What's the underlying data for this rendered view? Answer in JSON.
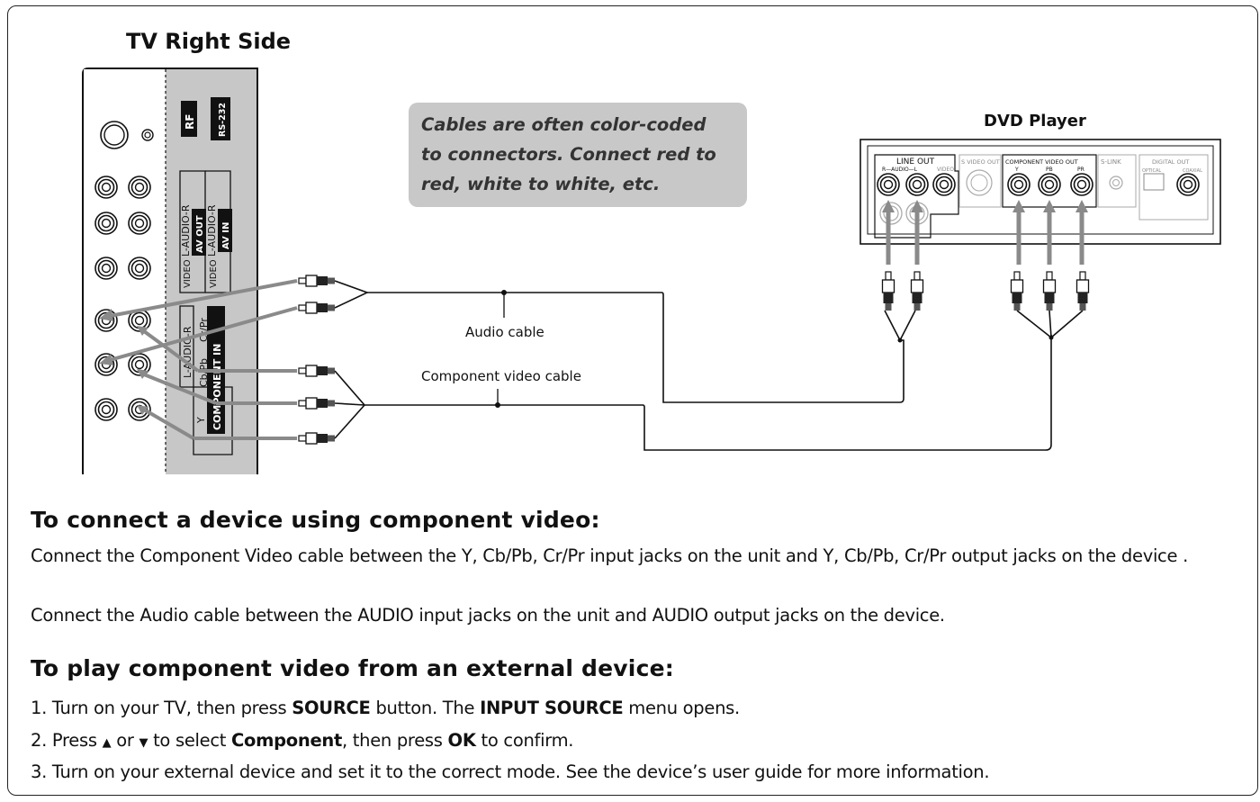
{
  "diagram": {
    "tv_title": "TV Right Side",
    "dvd_title": "DVD Player",
    "note_lines": [
      "Cables are often color-coded",
      "to connectors. Connect red to",
      "red, white to white, etc."
    ],
    "audio_cable_label": "Audio cable",
    "component_cable_label": "Component video cable",
    "tv_labels": {
      "rf": "RF",
      "rs232": "RS-232",
      "audio_r1": "L-AUDIO-R",
      "av_out": "AV OUT",
      "audio_r2": "L-AUDIO-R",
      "av_in": "AV IN",
      "video1": "VIDEO",
      "video2": "VIDEO",
      "audio_comp": "L-AUDIO-R",
      "cr_pr": "Cr/Pr",
      "cb_pb": "Cb/Pb",
      "y": "Y",
      "component_in": "COMPONENT IN"
    },
    "dvd_labels": {
      "line_out": "LINE OUT",
      "audio": "R—AUDIO—L",
      "video": "VIDEO",
      "s_video_out": "S VIDEO OUT",
      "component_video_out": "COMPONENT VIDEO OUT",
      "y": "Y",
      "pb": "PB",
      "pr": "PR",
      "s_link": "S-LINK",
      "digital_out": "DIGITAL OUT",
      "optical": "OPTICAL",
      "coaxial": "COAXIAL"
    }
  },
  "section1": {
    "title": "To connect a device using component video:",
    "para1": "Connect the Component Video cable between the Y, Cb/Pb, Cr/Pr input jacks on the unit and Y, Cb/Pb, Cr/Pr output jacks on the device .",
    "para2": "Connect the Audio cable between the AUDIO input jacks on the unit and AUDIO output jacks on the device."
  },
  "section2": {
    "title": "To play component video from an external device:",
    "step1": {
      "a": "1. Turn on your TV,  then press ",
      "b": "SOURCE",
      "c": " button. The ",
      "d": "INPUT SOURCE",
      "e": " menu opens."
    },
    "step2": {
      "a": "2. Press ",
      "up": "▲",
      "or": " or ",
      "down": "▼",
      "b": " to select ",
      "c": "Component",
      "d": ", then press ",
      "e": "OK",
      "f": " to confirm."
    },
    "step3": "3. Turn on your external device and set it to the correct mode. See the device’s user guide for more information."
  }
}
